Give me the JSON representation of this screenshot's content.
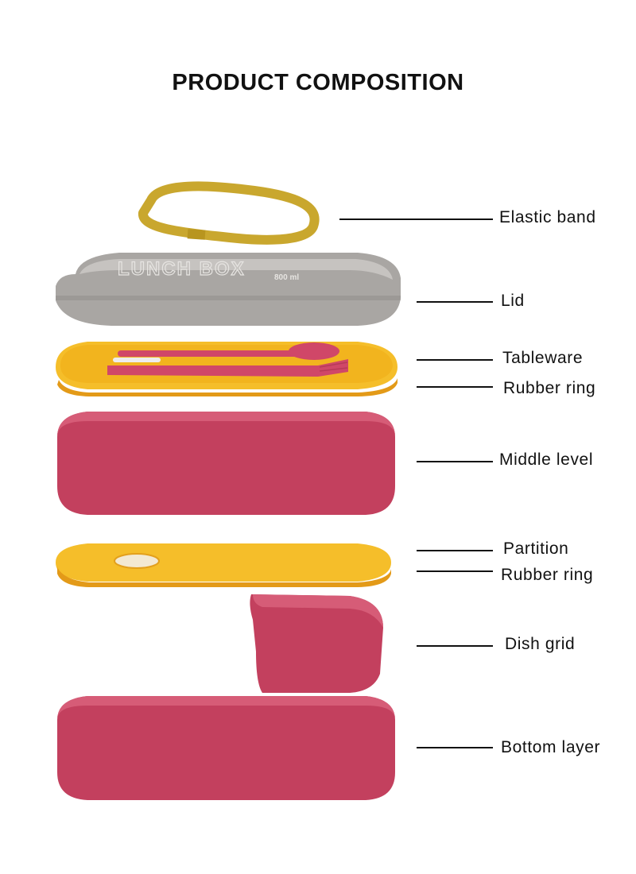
{
  "title": "PRODUCT COMPOSITION",
  "lid_embossing": {
    "brand": "LUNCH BOX",
    "capacity": "800 ml"
  },
  "parts": [
    {
      "label": "Elastic band"
    },
    {
      "label": "Lid"
    },
    {
      "label": "Tableware"
    },
    {
      "label": "Rubber ring"
    },
    {
      "label": "Middle level"
    },
    {
      "label": "Partition"
    },
    {
      "label": "Rubber ring"
    },
    {
      "label": "Dish grid"
    },
    {
      "label": "Bottom layer"
    }
  ],
  "colors": {
    "band": "#C9A72E",
    "lid": "#A9A6A3",
    "tray": "#F2B41E",
    "container": "#C3405E",
    "container_rim": "#D65C77",
    "cutlery": "#D04768",
    "text": "#111111"
  }
}
